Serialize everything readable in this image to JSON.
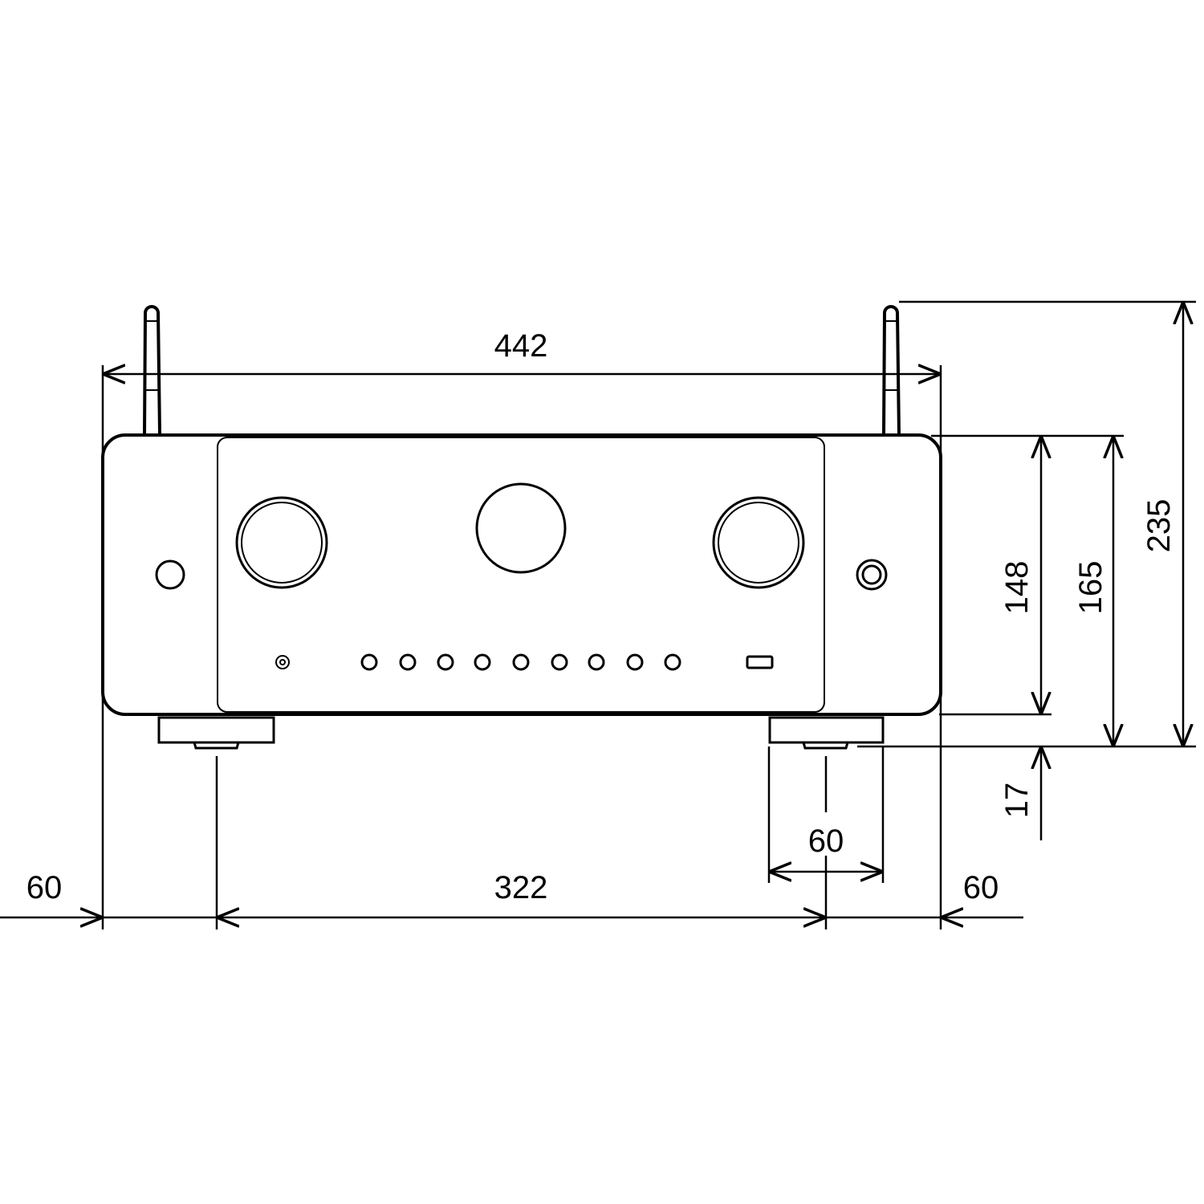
{
  "diagram": {
    "dimensions": {
      "overall_width": "442",
      "total_height_with_antenna": "235",
      "height_with_feet": "165",
      "body_height": "148",
      "feet_height": "17",
      "foot_width": "60",
      "foot_spacing": "322",
      "left_offset": "60",
      "right_offset": "60"
    },
    "colors": {
      "line": "#000000",
      "background": "#ffffff"
    }
  }
}
